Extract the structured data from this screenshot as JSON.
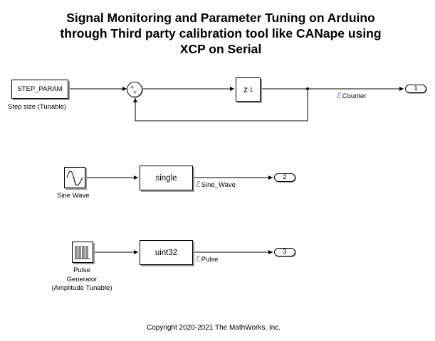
{
  "title_lines": [
    "Signal Monitoring and Parameter Tuning on Arduino",
    "through Third party calibration tool like CANape using",
    "XCP on Serial"
  ],
  "blocks": {
    "step_param": {
      "text": "STEP_PARAM",
      "label": "Step size (Tunable)"
    },
    "sum": {
      "signs": [
        "+",
        "+"
      ]
    },
    "unit_delay": {
      "base": "z",
      "exp": "-1"
    },
    "sine_wave": {
      "label": "Sine Wave"
    },
    "single": {
      "text": "single"
    },
    "pulse": {
      "label_lines": [
        "Pulse",
        "Generator",
        "(Amplitude Tunable)"
      ]
    },
    "uint32": {
      "text": "uint32"
    }
  },
  "signals": {
    "counter": "Counter",
    "sine_wave": "Sine_Wave",
    "pulse": "Pulse"
  },
  "outports": [
    "1",
    "2",
    "3"
  ],
  "footer": "Copyright 2020-2021 The MathWorks, Inc."
}
